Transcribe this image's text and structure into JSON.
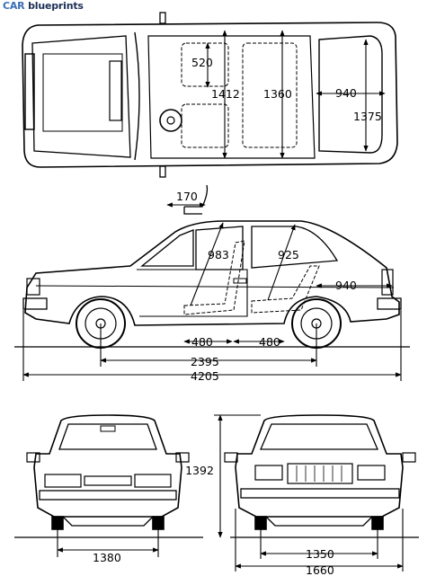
{
  "brand": {
    "part1": "CAR",
    "part2": "blueprints"
  },
  "dimensions": {
    "top_seat_depth": "520",
    "top_front_interior_length": "1412",
    "top_rear_interior_length": "1360",
    "top_rear_overhang": "940",
    "top_interior_width": "1375",
    "side_seat_adjust": "170",
    "side_front_headroom": "983",
    "side_rear_headroom": "925",
    "side_rear_overhang": "940",
    "side_front_seat_to_pedal": "480",
    "side_rear_seat_distance": "480",
    "wheelbase": "2395",
    "overall_length": "4205",
    "rear_track": "1380",
    "overall_height": "1392",
    "front_track": "1350",
    "overall_width": "1660"
  }
}
